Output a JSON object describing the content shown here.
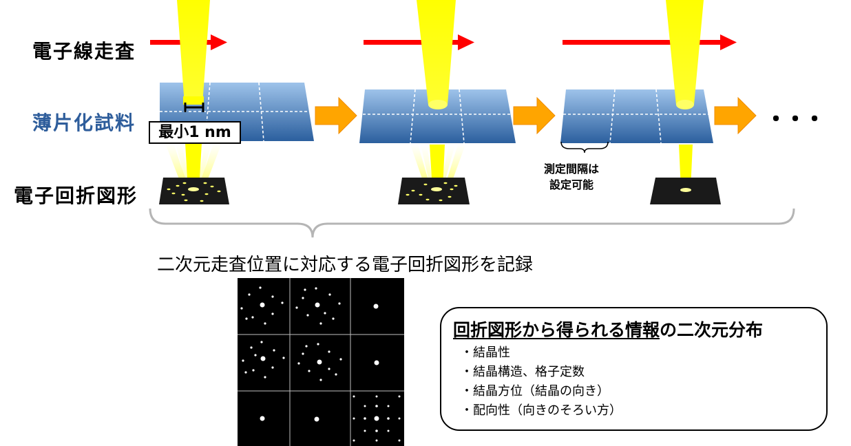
{
  "labels": {
    "scan": "電子線走査",
    "specimen": "薄片化試料",
    "pattern": "電子回折図形"
  },
  "min_size": "最小1 nm",
  "interval_note": [
    "測定間隔は",
    "設定可能"
  ],
  "ellipsis": "・・・",
  "caption": "二次元走査位置に対応する電子回折図形を記録",
  "info": {
    "title_underlined": "回折図形から得られる情報",
    "title_rest": "の二次元分布",
    "items": [
      "・結晶性",
      "・結晶構造、格子定数",
      "・結晶方位（結晶の向き）",
      "・配向性（向きのそろい方）"
    ]
  },
  "colors": {
    "beam": "#ffff00",
    "scan_arrow": "#ff0000",
    "step_arrow": "#ffa500",
    "specimen_top": "#8ab4e0",
    "specimen_bottom": "#2f64a3",
    "specimen_label": "#2e5d9b",
    "spot": "#ffff66"
  }
}
